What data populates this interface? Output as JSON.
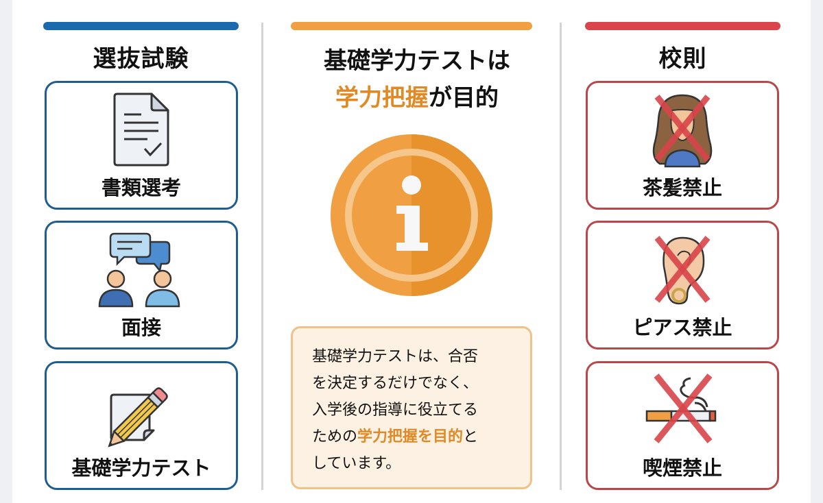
{
  "colors": {
    "blue_accent": "#1a6aad",
    "orange_accent": "#f0a042",
    "red_accent": "#d9454a",
    "blue_border": "#1f5d8f",
    "red_border": "#b8474a",
    "highlight": "#e08a26",
    "info_bg": "#fdf1e3",
    "info_border": "#f0c188"
  },
  "left_column": {
    "title": "選抜試験",
    "cards": [
      {
        "label": "書類選考",
        "icon": "document-check-icon"
      },
      {
        "label": "面接",
        "icon": "interview-icon"
      },
      {
        "label": "基礎学力テスト",
        "icon": "pencil-paper-icon"
      }
    ]
  },
  "center_column": {
    "heading_line1": "基礎学力テストは",
    "heading_line2_highlight": "学力把握",
    "heading_line2_rest": "が目的",
    "icon": "info-icon",
    "info": {
      "line1": "基礎学力テストは、合否",
      "line2": "を決定するだけでなく、",
      "line3": "入学後の指導に役立てる",
      "line4_pre": "ための",
      "line4_highlight": "学力把握を目的",
      "line4_post": "と",
      "line5": "しています。"
    }
  },
  "right_column": {
    "title": "校則",
    "cards": [
      {
        "label": "茶髪禁止",
        "icon": "no-dyed-hair-icon"
      },
      {
        "label": "ピアス禁止",
        "icon": "no-piercing-icon"
      },
      {
        "label": "喫煙禁止",
        "icon": "no-smoking-icon"
      }
    ]
  }
}
